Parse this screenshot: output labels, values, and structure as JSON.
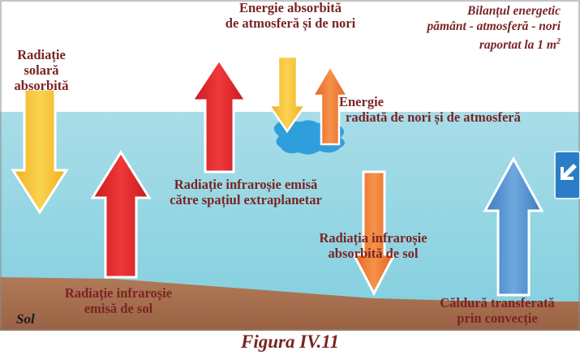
{
  "title": {
    "line1": "Bilanțul energetic",
    "line2": "pământ - atmosferă - nori",
    "line3": "raportat la 1 m",
    "sup": "2"
  },
  "labels": {
    "solar_absorbed": [
      "Radiație",
      "solară",
      "absorbită"
    ],
    "atm_cloud_absorbed": [
      "Energie absorbită",
      "de atmosferă și de nori"
    ],
    "cloud_atm_radiated": [
      "Energie",
      "radiată de nori și de atmosferă"
    ],
    "ir_space": [
      "Radiație infraroșie emisă",
      "către spațiul extraplanetar"
    ],
    "ir_ground_absorbed": [
      "Radiația infraroșie",
      "absorbită de sol"
    ],
    "ir_ground_emitted": [
      "Radiație infraroșie",
      "emisă de sol"
    ],
    "convection": [
      "Căldură transferată",
      "prin convecție"
    ],
    "ground": "Sol"
  },
  "caption": "Figura IV.11",
  "nav_button": {
    "icon": "arrow-down-left-icon"
  },
  "colors": {
    "sky": "#ffffff",
    "atmosphere": "#8fd6e4",
    "ground": "#a56e4f",
    "cloud": "#2f9fdc",
    "solar_arrow": "#f6be2a",
    "absorbed_arrow": "#f6b429",
    "cloud_arrow": "#ee7a30",
    "space_arrow": "#e5262a",
    "ground_ir_arrow": "#e5262a",
    "ground_absorbed_arrow": "#ee7a30",
    "convection_arrow": "#4d8fce",
    "label_text": "#7a2424",
    "nav_button": "#2b7dc8"
  }
}
